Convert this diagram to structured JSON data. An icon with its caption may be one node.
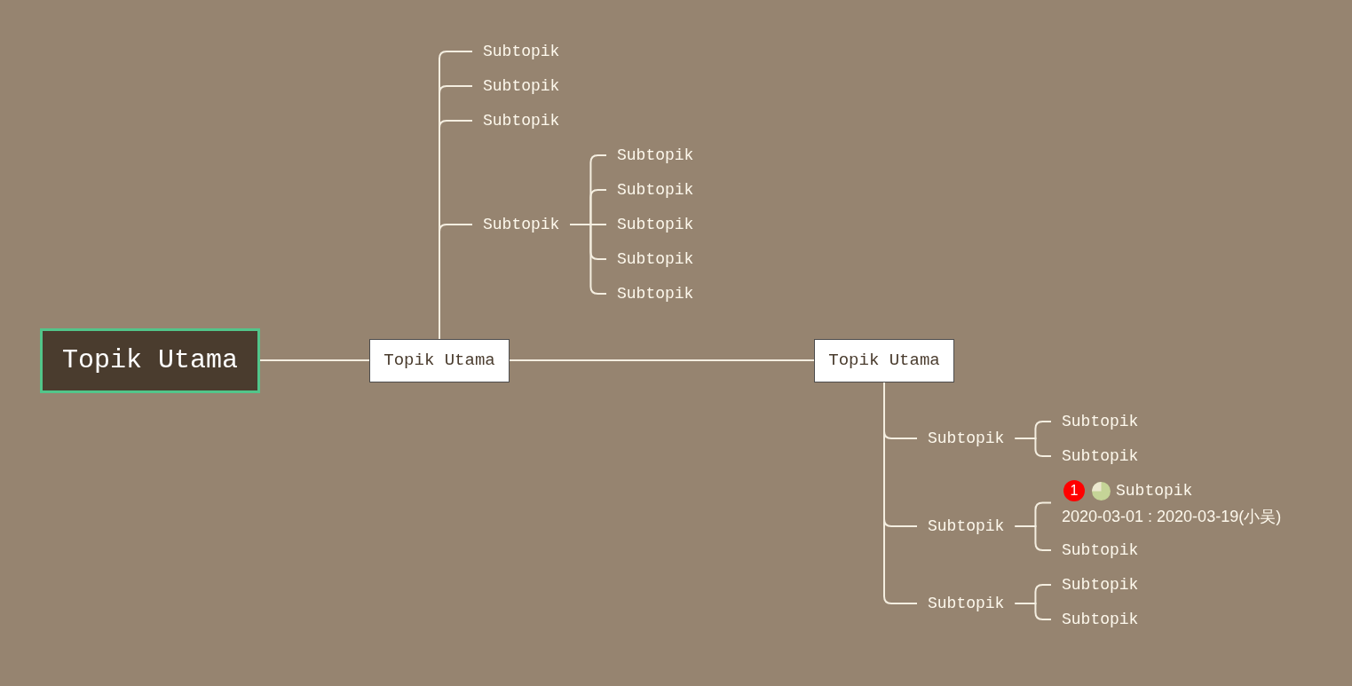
{
  "diagram": {
    "nodes": [
      {
        "text": [
          "Topik Utama"
        ]
      },
      {
        "text": [
          "Topik Utama"
        ]
      },
      {
        "text": [
          "Topik Utama"
        ]
      },
      {
        "text": [
          "Subtopik"
        ]
      },
      {
        "text": [
          "Subtopik"
        ]
      },
      {
        "text": [
          "Subtopik"
        ]
      },
      {
        "text": [
          "Subtopik"
        ]
      },
      {
        "text": [
          "Subtopik"
        ]
      },
      {
        "text": [
          "Subtopik"
        ]
      },
      {
        "text": [
          "Subtopik"
        ]
      },
      {
        "text": [
          "Subtopik"
        ]
      },
      {
        "text": [
          "Subtopik"
        ]
      },
      {
        "text": [
          "Subtopik"
        ]
      },
      {
        "text": [
          "Subtopik"
        ]
      },
      {
        "text": [
          "Subtopik"
        ]
      },
      {
        "text": [
          "Subtopik"
        ]
      },
      {
        "text": [
          "1",
          "Subtopik",
          "2020-03-01 : 2020-03-19(小吴)"
        ]
      },
      {
        "text": [
          "Subtopik"
        ]
      },
      {
        "text": [
          "Subtopik"
        ]
      },
      {
        "text": [
          "Subtopik"
        ]
      },
      {
        "text": [
          "Subtopik"
        ]
      }
    ],
    "edges": [
      {
        "from": 0,
        "to": 1,
        "arrow": "none"
      },
      {
        "from": 1,
        "to": 2,
        "arrow": "none"
      },
      {
        "from": 1,
        "to": 3,
        "arrow": "none"
      },
      {
        "from": 1,
        "to": 4,
        "arrow": "none"
      },
      {
        "from": 1,
        "to": 5,
        "arrow": "none"
      },
      {
        "from": 1,
        "to": 6,
        "arrow": "none"
      },
      {
        "from": 6,
        "to": 7,
        "arrow": "none"
      },
      {
        "from": 6,
        "to": 8,
        "arrow": "none"
      },
      {
        "from": 6,
        "to": 9,
        "arrow": "none"
      },
      {
        "from": 6,
        "to": 10,
        "arrow": "none"
      },
      {
        "from": 6,
        "to": 11,
        "arrow": "none"
      },
      {
        "from": 2,
        "to": 12,
        "arrow": "none"
      },
      {
        "from": 12,
        "to": 13,
        "arrow": "none"
      },
      {
        "from": 12,
        "to": 14,
        "arrow": "none"
      },
      {
        "from": 2,
        "to": 15,
        "arrow": "none"
      },
      {
        "from": 15,
        "to": 16,
        "arrow": "none"
      },
      {
        "from": 15,
        "to": 17,
        "arrow": "none"
      },
      {
        "from": 2,
        "to": 18,
        "arrow": "none"
      },
      {
        "from": 18,
        "to": 19,
        "arrow": "none"
      },
      {
        "from": 18,
        "to": 20,
        "arrow": "none"
      }
    ]
  }
}
